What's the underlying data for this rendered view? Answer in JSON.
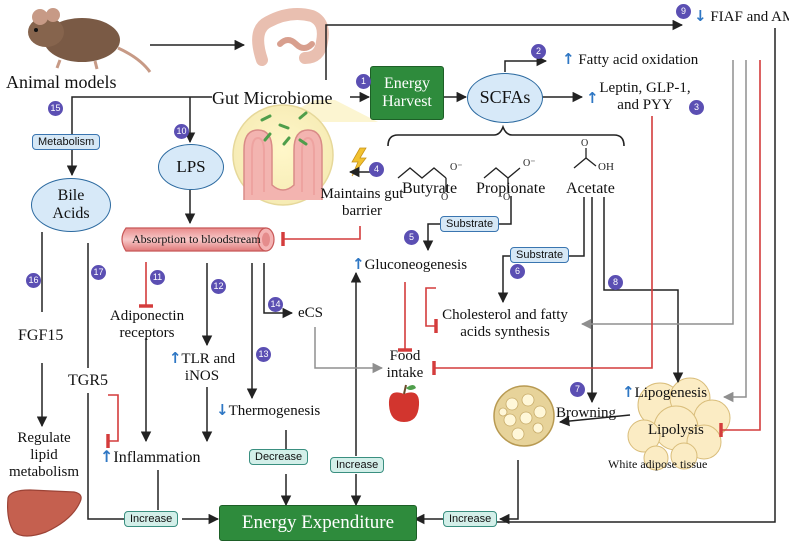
{
  "labels": {
    "animal_models": "Animal models",
    "gut_microbiome": "Gut Microbiome",
    "energy_harvest": "Energy Harvest",
    "scfas": "SCFAs",
    "fiaf_ampk": "FIAF and AMPK",
    "fatty_acid_oxidation": "Fatty acid oxidation",
    "leptin": "Leptin, GLP-1, and PYY",
    "metabolism": "Metabolism",
    "bile_acids": "Bile Acids",
    "lps": "LPS",
    "maintains_barrier": "Maintains gut barrier",
    "butyrate": "Butyrate",
    "propionate": "Propionate",
    "acetate": "Acetate",
    "absorption": "Absorption  to bloodstream",
    "substrate_1": "Substrate",
    "substrate_2": "Substrate",
    "gluconeogenesis": "Gluconeogenesis",
    "fgf15": "FGF15",
    "adiponectin": "Adiponectin receptors",
    "tlr_inos": "TLR and iNOS",
    "ecs": "eCS",
    "cholesterol": "Cholesterol and fatty acids synthesis",
    "food_intake": "Food intake",
    "tgr5": "TGR5",
    "thermogenesis": "Thermogenesis",
    "lipogenesis": "Lipogenesis",
    "browning": "Browning",
    "regulate_lipid": "Regulate lipid metabolism",
    "inflammation": "Inflammation",
    "decrease": "Decrease",
    "increase_1": "Increase",
    "increase_2": "Increase",
    "increase_3": "Increase",
    "lipolysis": "Lipolysis",
    "white_adipose": "White adipose tissue",
    "energy_expenditure": "Energy Expenditure"
  },
  "markers": [
    "1",
    "2",
    "3",
    "4",
    "5",
    "6",
    "7",
    "8",
    "9",
    "10",
    "11",
    "12",
    "13",
    "14",
    "15",
    "16",
    "17"
  ],
  "colors": {
    "promote_arrow": "#222222",
    "inhibit_line": "#d43c3c",
    "feedback_arrow": "#8f8f8f",
    "up_arrow": "#2f77c4",
    "marker": "#5b4fb3",
    "energy_box": "#2e8b3c",
    "oval_fill": "#d7e9f8"
  },
  "icons": [
    "mouse-icon",
    "intestine-icon",
    "apple-icon",
    "liver-icon",
    "brown-fat-cell-icon",
    "white-fat-cell-icon",
    "lightning-icon",
    "butyrate-structure-icon",
    "propionate-structure-icon",
    "acetate-structure-icon",
    "blood-vessel-icon"
  ]
}
